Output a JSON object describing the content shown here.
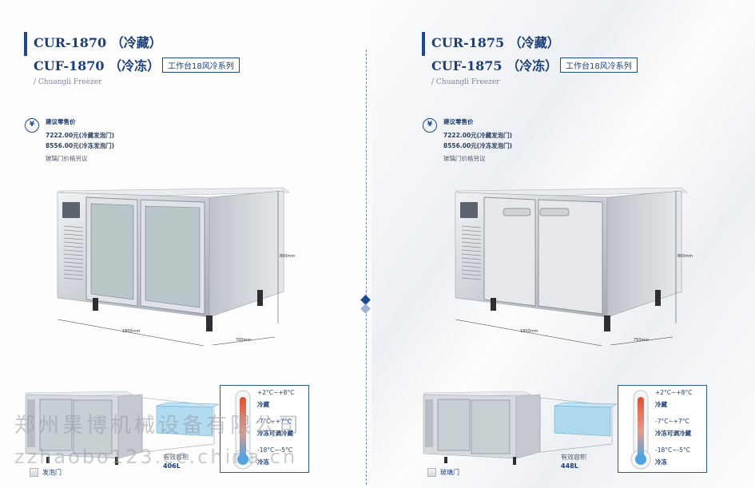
{
  "left": {
    "title_line1": "CUR-1870 （冷藏）",
    "title_line2": "CUF-1870 （冷冻）",
    "series_tag": "工作台18风冷系列",
    "brand": "/ Chuangli Freezer",
    "price_icon": "¥",
    "price_title": "建议零售价",
    "price_fridge": "7222.00元(冷藏发泡门)",
    "price_freezer": "8556.00元(冷冻发泡门)",
    "price_note": "玻璃门价格另议",
    "dim_width": "1800mm",
    "dim_depth": "700mm",
    "dim_height": "800mm",
    "volume_label": "有效容积",
    "volume_value": "406L",
    "door_label": "发泡门",
    "temp_fridge_range": "+2°C~+8°C",
    "temp_fridge_label": "冷藏",
    "temp_adjust_range": "-7°C~+7°C",
    "temp_adjust_label": "冷冻可调冷藏",
    "temp_freezer_range": "-18°C~-5°C",
    "temp_freezer_label": "冷冻",
    "door_type": "glass",
    "thermometer_icon": "thermometer-icon"
  },
  "right": {
    "title_line1": "CUR-1875 （冷藏）",
    "title_line2": "CUF-1875 （冷冻）",
    "series_tag": "工作台18风冷系列",
    "brand": "/ Chuangli Freezer",
    "price_icon": "¥",
    "price_title": "建议零售价",
    "price_fridge": "7222.00元(冷藏发泡门)",
    "price_freezer": "8556.00元(冷冻发泡门)",
    "price_note": "玻璃门价格另议",
    "dim_width": "1800mm",
    "dim_depth": "750mm",
    "dim_height": "800mm",
    "volume_label": "有效容积",
    "volume_value": "448L",
    "door_label": "玻璃门",
    "temp_fridge_range": "+2°C~+8°C",
    "temp_fridge_label": "冷藏",
    "temp_adjust_range": "-7°C~+7°C",
    "temp_adjust_label": "冷冻可调冷藏",
    "temp_freezer_range": "-18°C~-5°C",
    "temp_freezer_label": "冷冻",
    "door_type": "solid",
    "thermometer_icon": "thermometer-icon"
  },
  "watermark_line1": "郑州昊博机械设备有限公司",
  "watermark_line2": "zzhaobo123.cc.china.cn",
  "colors": {
    "brand_blue": "#1c3f78",
    "accent_blue": "#1f4a8a",
    "cold_blue": "#4fa3e0",
    "warm_red": "#e0502e"
  }
}
